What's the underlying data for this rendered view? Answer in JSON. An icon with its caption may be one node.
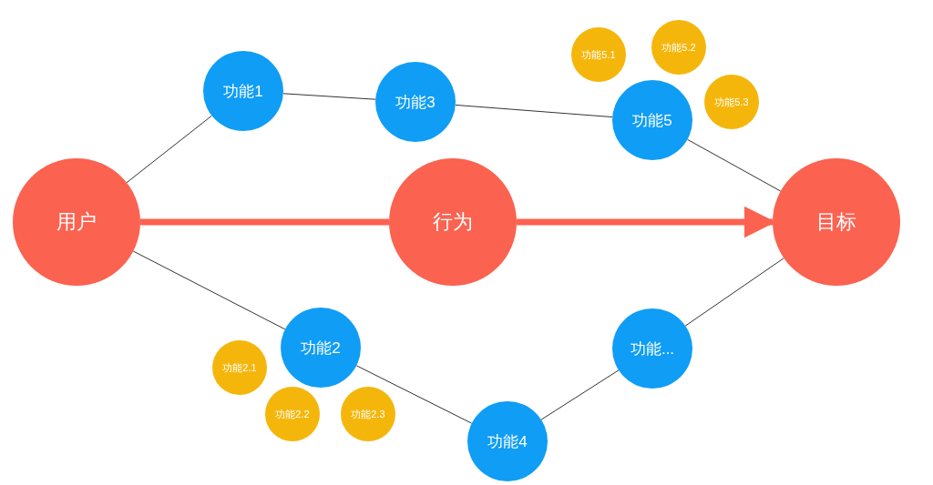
{
  "diagram": {
    "nodes": [
      {
        "text": [
          "功能5.1"
        ]
      },
      {
        "text": [
          "功能5.2"
        ]
      },
      {
        "text": [
          "功能1"
        ]
      },
      {
        "text": [
          "功能3"
        ]
      },
      {
        "text": [
          "功能5"
        ]
      },
      {
        "text": [
          "功能5.3"
        ]
      },
      {
        "text": [
          "用户"
        ]
      },
      {
        "text": [
          "行为"
        ]
      },
      {
        "text": [
          "目标"
        ]
      },
      {
        "text": [
          "功能2"
        ]
      },
      {
        "text": [
          "功能..."
        ]
      },
      {
        "text": [
          "功能2.1"
        ]
      },
      {
        "text": [
          "功能2.2"
        ]
      },
      {
        "text": [
          "功能2.3"
        ]
      },
      {
        "text": [
          "功能4"
        ]
      }
    ],
    "edges": [
      {
        "from": 6,
        "to": 2,
        "arrow": "none"
      },
      {
        "from": 2,
        "to": 3,
        "arrow": "none"
      },
      {
        "from": 3,
        "to": 4,
        "arrow": "none"
      },
      {
        "from": 4,
        "to": 8,
        "arrow": "none"
      },
      {
        "from": 6,
        "to": 7,
        "arrow": "none",
        "style": "thick",
        "color": "#fb6250"
      },
      {
        "from": 7,
        "to": 8,
        "arrow": "to",
        "style": "thick",
        "color": "#fb6250"
      },
      {
        "from": 6,
        "to": 9,
        "arrow": "none"
      },
      {
        "from": 9,
        "to": 14,
        "arrow": "none"
      },
      {
        "from": 14,
        "to": 10,
        "arrow": "none"
      },
      {
        "from": 10,
        "to": 8,
        "arrow": "none"
      }
    ]
  }
}
